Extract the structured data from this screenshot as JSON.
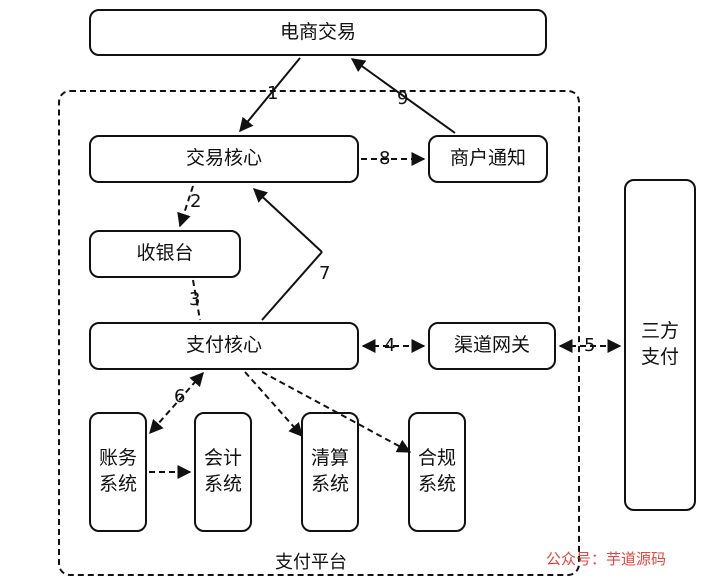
{
  "nodes": {
    "ecommerce": "电商交易",
    "trade_core": "交易核心",
    "merchant_notify": "商户通知",
    "cashier": "收银台",
    "pay_core": "支付核心",
    "channel_gateway": "渠道网关",
    "third_party": "三方\n支付",
    "account": "账务\n系统",
    "accounting": "会计\n系统",
    "clearing": "清算\n系统",
    "compliance": "合规\n系统"
  },
  "platform_label": "支付平台",
  "edge_labels": [
    "1",
    "2",
    "3",
    "4",
    "5",
    "6",
    "7",
    "8",
    "9"
  ],
  "watermark": "公众号：芋道源码"
}
